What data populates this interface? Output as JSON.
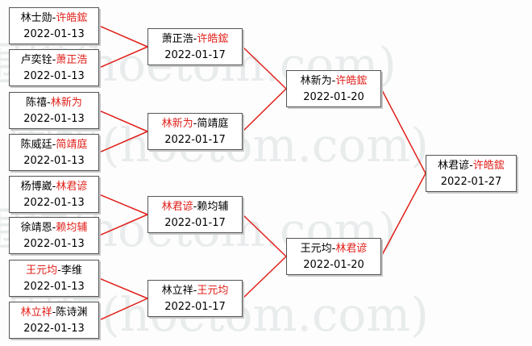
{
  "brand": {
    "watermark": "(hoetom.com)",
    "accent_red": "#e0201a",
    "line_red": "#e0201a"
  },
  "matches": [
    {
      "id": "r1m1",
      "round": 1,
      "p1": "林士勋",
      "p2": "许皓鋐",
      "winner": 2,
      "date": "2022-01-13"
    },
    {
      "id": "r1m2",
      "round": 1,
      "p1": "卢奕铨",
      "p2": "萧正浩",
      "winner": 2,
      "date": "2022-01-13"
    },
    {
      "id": "r1m3",
      "round": 1,
      "p1": "陈禧",
      "p2": "林新为",
      "winner": 2,
      "date": "2022-01-13"
    },
    {
      "id": "r1m4",
      "round": 1,
      "p1": "陈威廷",
      "p2": "简靖庭",
      "winner": 2,
      "date": "2022-01-13"
    },
    {
      "id": "r1m5",
      "round": 1,
      "p1": "杨博崴",
      "p2": "林君谚",
      "winner": 2,
      "date": "2022-01-13"
    },
    {
      "id": "r1m6",
      "round": 1,
      "p1": "徐靖恩",
      "p2": "赖均辅",
      "winner": 2,
      "date": "2022-01-13"
    },
    {
      "id": "r1m7",
      "round": 1,
      "p1": "王元均",
      "p2": "李维",
      "winner": 1,
      "date": "2022-01-13"
    },
    {
      "id": "r1m8",
      "round": 1,
      "p1": "林立祥",
      "p2": "陈诗渊",
      "winner": 1,
      "date": "2022-01-13"
    },
    {
      "id": "r2m1",
      "round": 2,
      "p1": "萧正浩",
      "p2": "许皓鋐",
      "winner": 2,
      "date": "2022-01-17"
    },
    {
      "id": "r2m2",
      "round": 2,
      "p1": "林新为",
      "p2": "简靖庭",
      "winner": 1,
      "date": "2022-01-17"
    },
    {
      "id": "r2m3",
      "round": 2,
      "p1": "林君谚",
      "p2": "赖均辅",
      "winner": 1,
      "date": "2022-01-17"
    },
    {
      "id": "r2m4",
      "round": 2,
      "p1": "林立祥",
      "p2": "王元均",
      "winner": 2,
      "date": "2022-01-17"
    },
    {
      "id": "r3m1",
      "round": 3,
      "p1": "林新为",
      "p2": "许皓鋐",
      "winner": 2,
      "date": "2022-01-20"
    },
    {
      "id": "r3m2",
      "round": 3,
      "p1": "王元均",
      "p2": "林君谚",
      "winner": 2,
      "date": "2022-01-20"
    },
    {
      "id": "final",
      "round": 4,
      "p1": "林君谚",
      "p2": "许皓鋐",
      "winner": 2,
      "date": "2022-01-27"
    }
  ],
  "links": [
    [
      "r1m1",
      "r2m1"
    ],
    [
      "r1m2",
      "r2m1"
    ],
    [
      "r1m3",
      "r2m2"
    ],
    [
      "r1m4",
      "r2m2"
    ],
    [
      "r1m5",
      "r2m3"
    ],
    [
      "r1m6",
      "r2m3"
    ],
    [
      "r1m7",
      "r2m4"
    ],
    [
      "r1m8",
      "r2m4"
    ],
    [
      "r2m1",
      "r3m1"
    ],
    [
      "r2m2",
      "r3m1"
    ],
    [
      "r2m3",
      "r3m2"
    ],
    [
      "r2m4",
      "r3m2"
    ],
    [
      "r3m1",
      "final"
    ],
    [
      "r3m2",
      "final"
    ]
  ]
}
